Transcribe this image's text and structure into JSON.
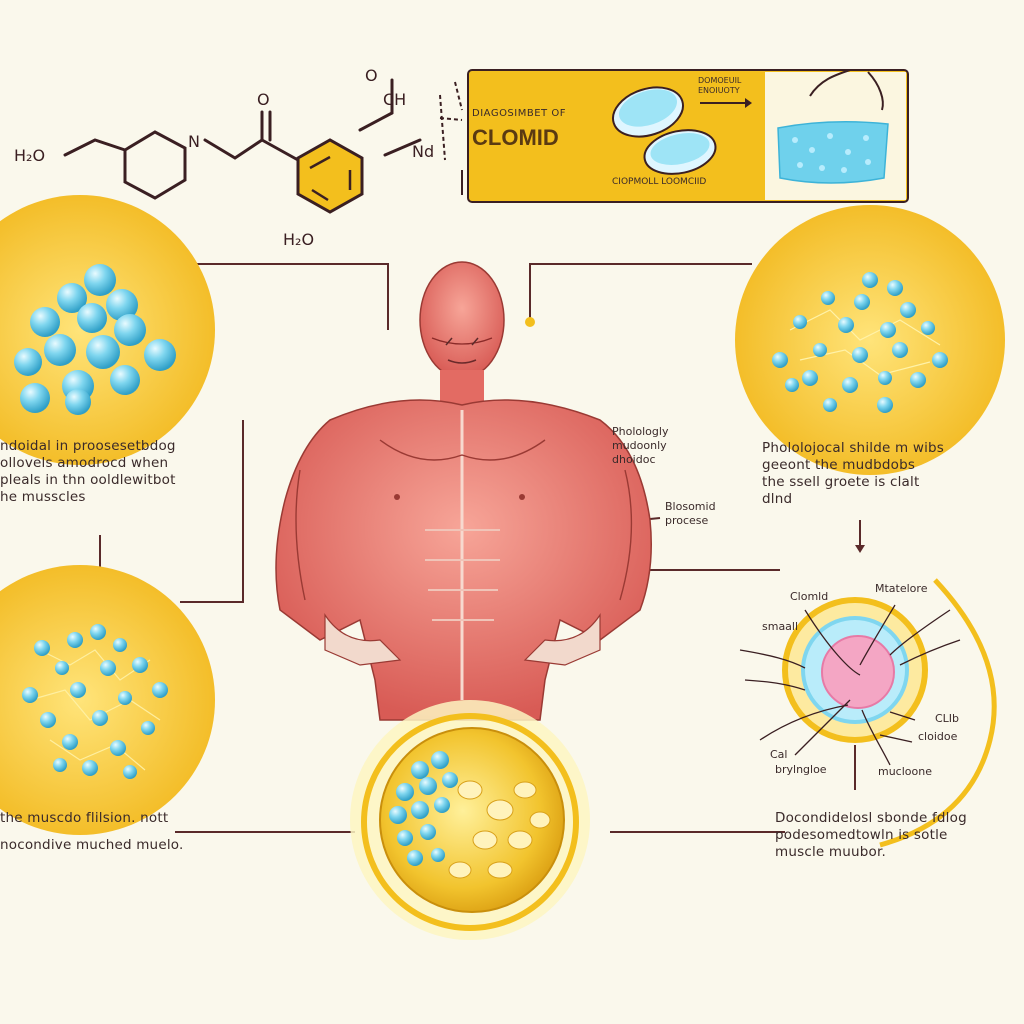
{
  "molecule": {
    "labels": {
      "o_top": "O",
      "ch": "CH",
      "n_right": "Nd",
      "ho_left": "H₂O",
      "n_ring": "N",
      "o_carbonyl": "O",
      "ho_bottom": "H₂O"
    }
  },
  "banner": {
    "subtitle": "DIAGOSIMBET OF",
    "title": "CLOMID",
    "right_tag": "DOMOEUIL ENOIUOTY",
    "caption": "CIOPMOLL LOOMCIID"
  },
  "left_text_top": [
    "ndoidal in proosesetbdog",
    "ollovels amodrocd when",
    "pleals in thn ooldlewitbot",
    "he musscles"
  ],
  "left_text_bottom": [
    "the muscdo flilsion. nott",
    "",
    "nocondive muched muelo."
  ],
  "right_text_top": [
    "Phololojocal shilde m wibs",
    "geeont the mudbdobs",
    "the ssell groete is clalt",
    "dlnd"
  ],
  "right_text_bottom": [
    "Docondidelosl sbonde fdlog",
    "podesomedtowln is sotle",
    "muscle muubor."
  ],
  "body_labels": {
    "physiology": [
      "Pholologly",
      "mudoonly",
      "dhoidoc"
    ],
    "process": [
      "Blosomid",
      "procese"
    ]
  },
  "cell_labels": {
    "clomid": "Clomld",
    "mutation": "Mtatelore",
    "small": "smaall",
    "club": "CLIb",
    "cloud": "cloidoe",
    "cal": "Cal",
    "brylngloe": "brylngloe",
    "nucleone": "mucloone"
  },
  "colors": {
    "accent_yellow": "#f3bf1d",
    "pale_yellow": "#faf0b8",
    "bead_blue": "#5fcbea",
    "muscle_red": "#e7776e",
    "ink": "#3a2a2a"
  }
}
